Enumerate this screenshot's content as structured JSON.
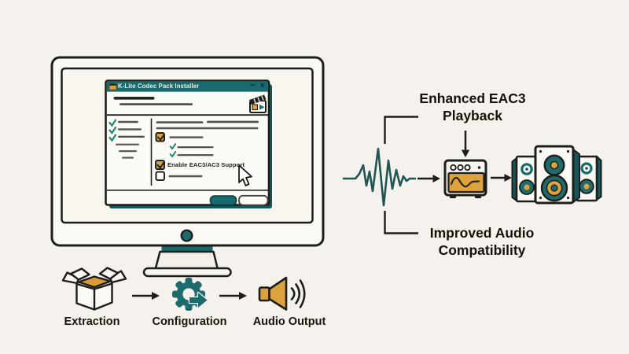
{
  "scene": {
    "background_color": "#f5f1ec",
    "accent_teal": "#17696c",
    "accent_amber": "#dca23d",
    "outline_color": "#1d1d1b"
  },
  "installer_window": {
    "title": "K-Lite Codec Pack Installer",
    "minimize_label": "–",
    "close_label": "x",
    "eac3_checkbox_label": "Enable EAC3/AC3 Support",
    "eac3_checkbox_checked": true
  },
  "annotations": {
    "enhanced_playback": "Enhanced EAC3 Playback",
    "improved_compatibility": "Improved Audio Compatibility"
  },
  "pipeline_steps": [
    {
      "label": "Extraction"
    },
    {
      "label": "Configuration"
    },
    {
      "label": "Audio Output"
    }
  ],
  "icons": {
    "window_app_icon": "clapperboard",
    "waveform": "audio-waveform",
    "amplifier": "amplifier-with-sine-display",
    "speakers": "three-speaker-set",
    "extraction": "open-cardboard-box",
    "configuration": "gear-with-arrow",
    "audio_output": "speaker-with-sound-waves",
    "cursor": "mouse-pointer"
  }
}
